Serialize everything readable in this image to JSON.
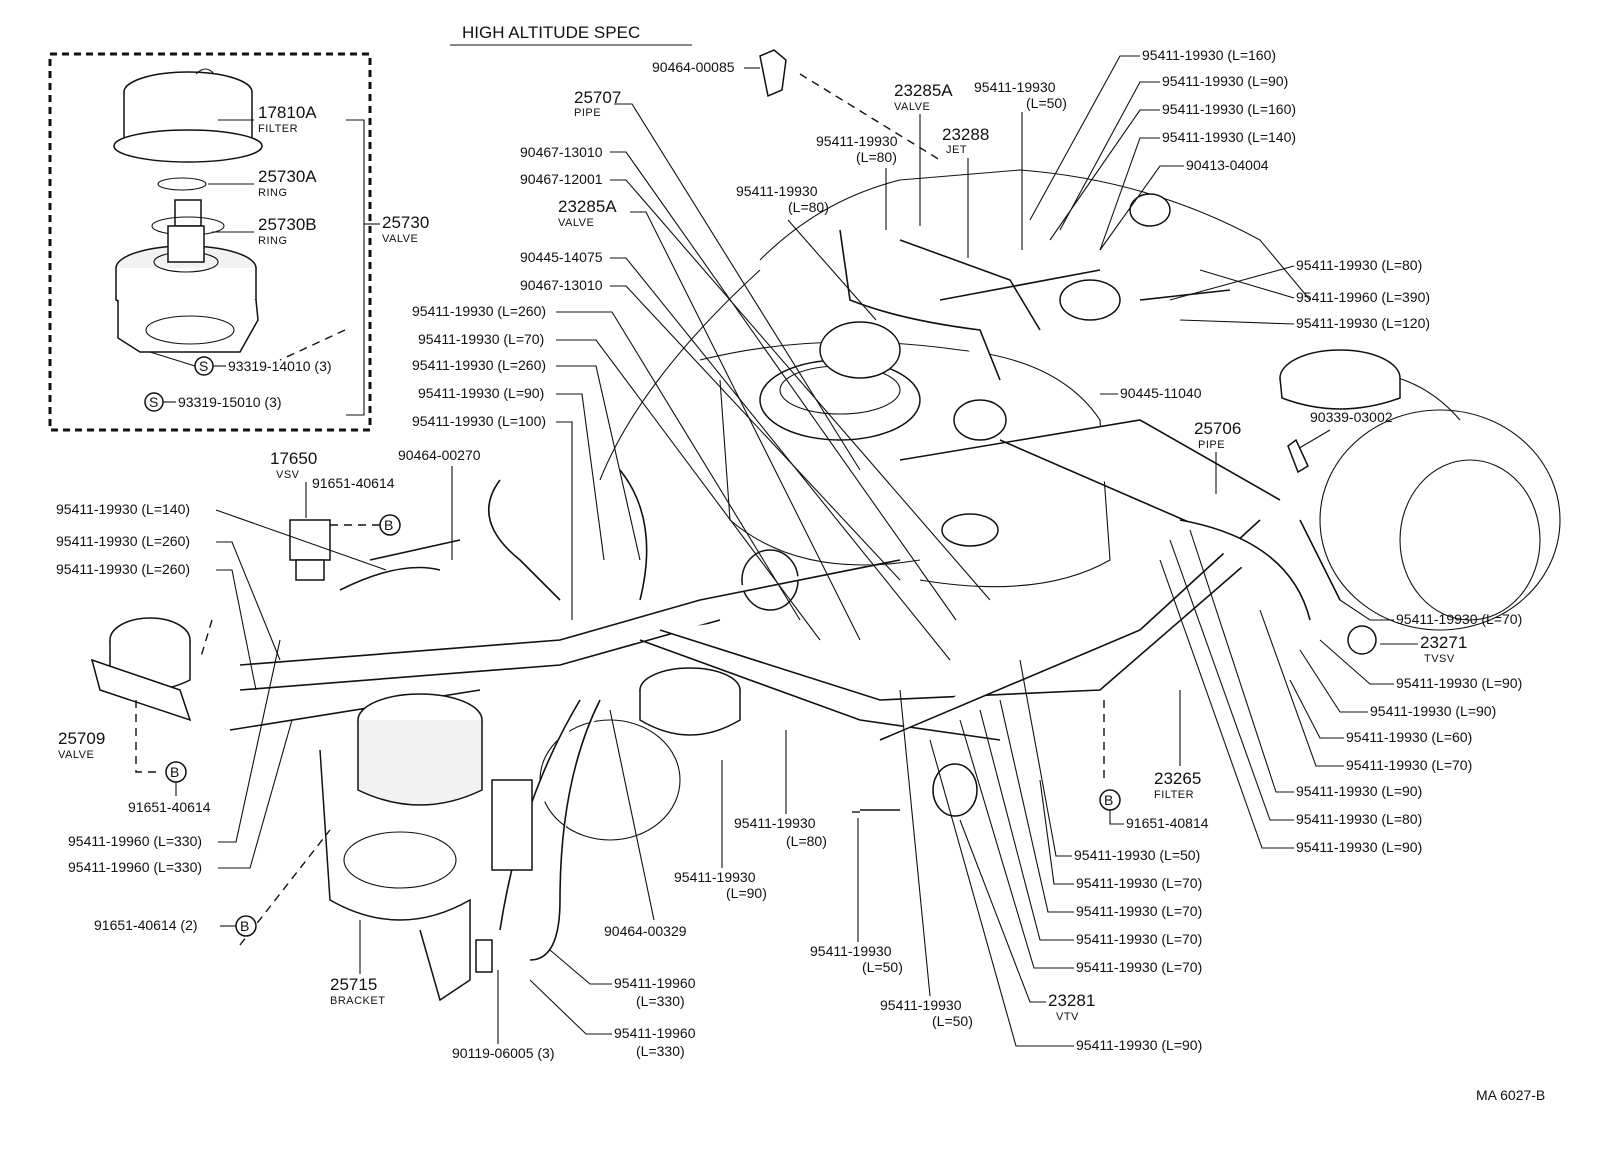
{
  "header": {
    "title": "HIGH ALTITUDE SPEC"
  },
  "footer": {
    "code": "MA 6027-B"
  },
  "inset": {
    "filter": {
      "num": "17810A",
      "name": "FILTER"
    },
    "ring_a": {
      "num": "25730A",
      "name": "RING"
    },
    "ring_b": {
      "num": "25730B",
      "name": "RING"
    },
    "valve": {
      "num": "25730",
      "name": "VALVE"
    },
    "screw_1": {
      "symbol": "S",
      "text": "93319-14010 (3)"
    },
    "screw_2": {
      "symbol": "S",
      "text": "93319-15010 (3)"
    }
  },
  "components": {
    "vsv": {
      "num": "17650",
      "name": "VSV"
    },
    "pipe_25707": {
      "num": "25707",
      "name": "PIPE"
    },
    "valve_25709": {
      "num": "25709",
      "name": "VALVE"
    },
    "bracket": {
      "num": "25715",
      "name": "BRACKET"
    },
    "valve_23285a_top": {
      "num": "23285A",
      "name": "VALVE"
    },
    "valve_23285a_mid": {
      "num": "23285A",
      "name": "VALVE"
    },
    "jet": {
      "num": "23288",
      "name": "JET"
    },
    "pipe_25706": {
      "num": "25706",
      "name": "PIPE"
    },
    "tvsv": {
      "num": "23271",
      "name": "TVSV"
    },
    "filter_23265": {
      "num": "23265",
      "name": "FILTER"
    },
    "vtv": {
      "num": "23281",
      "name": "VTV"
    }
  },
  "bolt_b": {
    "symbol": "B"
  },
  "labels": {
    "l_90464_00085": "90464-00085",
    "l_90467_13010_a": "90467-13010",
    "l_90467_12001": "90467-12001",
    "l_90445_14075": "90445-14075",
    "l_90467_13010_b": "90467-13010",
    "l_h260_a": "95411-19930 (L=260)",
    "l_h70_a": "95411-19930 (L=70)",
    "l_h260_b": "95411-19930 (L=260)",
    "l_h90_a": "95411-19930 (L=90)",
    "l_h100": "95411-19930 (L=100)",
    "l_90464_00270": "90464-00270",
    "l_91651_40614_a": "91651-40614",
    "l_h140_left": "95411-19930 (L=140)",
    "l_h260_c": "95411-19930 (L=260)",
    "l_h260_d": "95411-19930 (L=260)",
    "l_91651_40614_b": "91651-40614",
    "l_h330_a": "95411-19960 (L=330)",
    "l_h330_b": "95411-19960 (L=330)",
    "l_91651_40614_2": "91651-40614 (2)",
    "l_90119_06005": "90119-06005 (3)",
    "l_h330_c_num": "95411-19960",
    "l_h330_c_len": "(L=330)",
    "l_h330_d_num": "95411-19960",
    "l_h330_d_len": "(L=330)",
    "l_90464_00329": "90464-00329",
    "l_h90_b_num": "95411-19930",
    "l_h90_b_len": "(L=90)",
    "l_h80_a_num": "95411-19930",
    "l_h80_a_len": "(L=80)",
    "l_h50_a_num": "95411-19930",
    "l_h50_a_len": "(L=50)",
    "l_h50_b_num": "95411-19930",
    "l_h50_b_len": "(L=50)",
    "l_h80_top1_num": "95411-19930",
    "l_h80_top1_len": "(L=80)",
    "l_h80_top2_num": "95411-19930",
    "l_h80_top2_len": "(L=80)",
    "l_h50_top_num": "95411-19930",
    "l_h50_top_len": "(L=50)",
    "r_h160_a": "95411-19930 (L=160)",
    "r_h90_a": "95411-19930 (L=90)",
    "r_h160_b": "95411-19930 (L=160)",
    "r_h140": "95411-19930 (L=140)",
    "r_90413_04004": "90413-04004",
    "r_h80_a": "95411-19930 (L=80)",
    "r_h390": "95411-19960 (L=390)",
    "r_h120": "95411-19930 (L=120)",
    "r_90445_11040": "90445-11040",
    "r_90339_03002": "90339-03002",
    "r_h70_a": "95411-19930 (L=70)",
    "r_h90_b": "95411-19930 (L=90)",
    "r_h90_c": "95411-19930 (L=90)",
    "r_h60": "95411-19930 (L=60)",
    "r_h70_b": "95411-19930 (L=70)",
    "r_h90_d": "95411-19930 (L=90)",
    "r_h80_b": "95411-19930 (L=80)",
    "r_h90_e": "95411-19930 (L=90)",
    "r_91651_40814": "91651-40814",
    "c_h50": "95411-19930 (L=50)",
    "c_h70_a": "95411-19930 (L=70)",
    "c_h70_b": "95411-19930 (L=70)",
    "c_h70_c": "95411-19930 (L=70)",
    "c_h70_d": "95411-19930 (L=70)",
    "c_h90": "95411-19930 (L=90)"
  }
}
